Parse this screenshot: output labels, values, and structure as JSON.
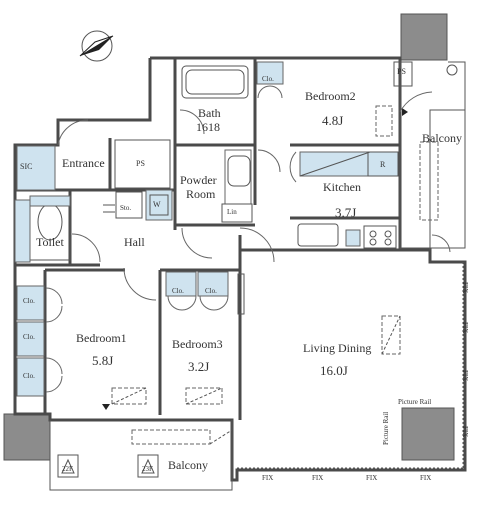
{
  "rooms": {
    "bedroom2": {
      "name": "Bedroom2",
      "area": "4.8J"
    },
    "bedroom1": {
      "name": "Bedroom1",
      "area": "5.8J"
    },
    "bedroom3": {
      "name": "Bedroom3",
      "area": "3.2J"
    },
    "living": {
      "name": "Living Dining",
      "area": "16.0J"
    },
    "kitchen": {
      "name": "Kitchen",
      "area": "3.7J"
    },
    "bath": {
      "name": "Bath",
      "size": "1618"
    },
    "powder": {
      "line1": "Powder",
      "line2": "Room"
    },
    "entrance": "Entrance",
    "hall": "Hall",
    "toilet": "Toilet",
    "balcony_top": "Balcony",
    "balcony_bottom": "Balcony"
  },
  "fixtures": {
    "sic": "SIC",
    "ps": "PS",
    "clo": "Clo.",
    "sto": "Sto.",
    "w": "W",
    "lin": "Lin",
    "r": "R",
    "fix": "FIX",
    "picture_rail": "Picture Rail",
    "hatch1": "22F",
    "hatch2": "23F"
  }
}
